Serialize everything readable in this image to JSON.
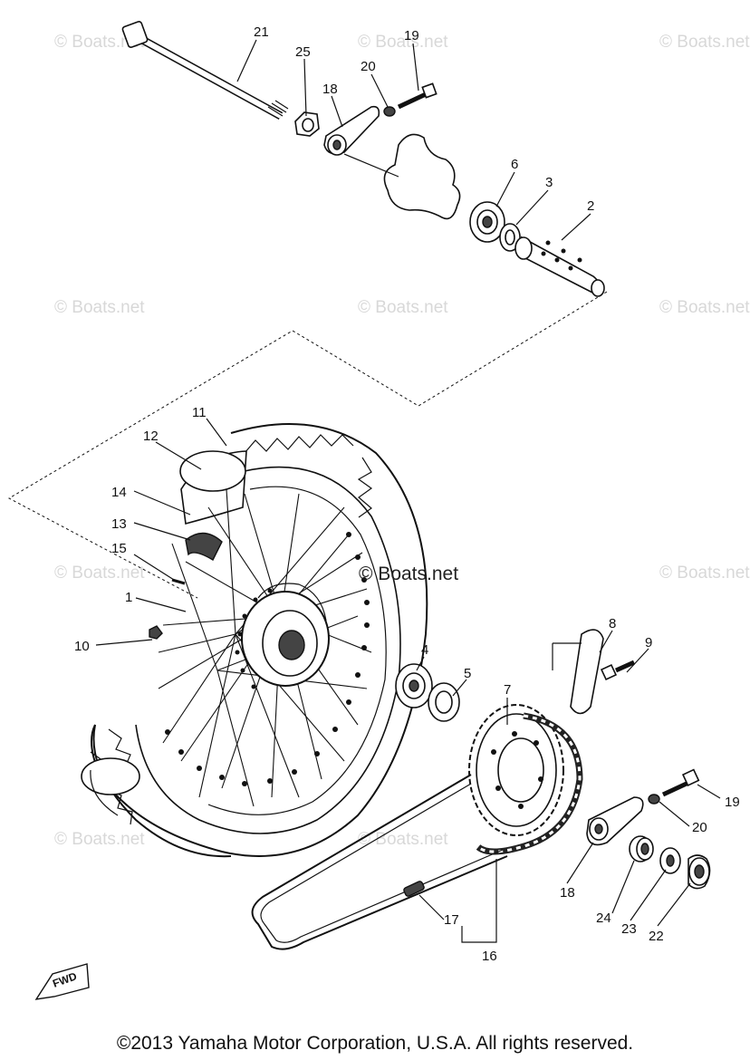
{
  "watermarks": [
    "© Boats.net",
    "© Boats.net",
    "© Boats.net",
    "© Boats.net",
    "© Boats.net",
    "© Boats.net",
    "© Boats.net",
    "© Boats.net",
    "© Boats.net",
    "© Boats.net"
  ],
  "center_watermark": "© Boats.net",
  "callouts": [
    "21",
    "25",
    "19",
    "20",
    "18",
    "6",
    "3",
    "2",
    "11",
    "12",
    "14",
    "13",
    "15",
    "1",
    "10",
    "4",
    "5",
    "7",
    "8",
    "9",
    "19",
    "20",
    "18",
    "24",
    "23",
    "22",
    "17",
    "16"
  ],
  "fwd_label": "FWD",
  "copyright": "©2013 Yamaha Motor Corporation, U.S.A. All rights reserved."
}
